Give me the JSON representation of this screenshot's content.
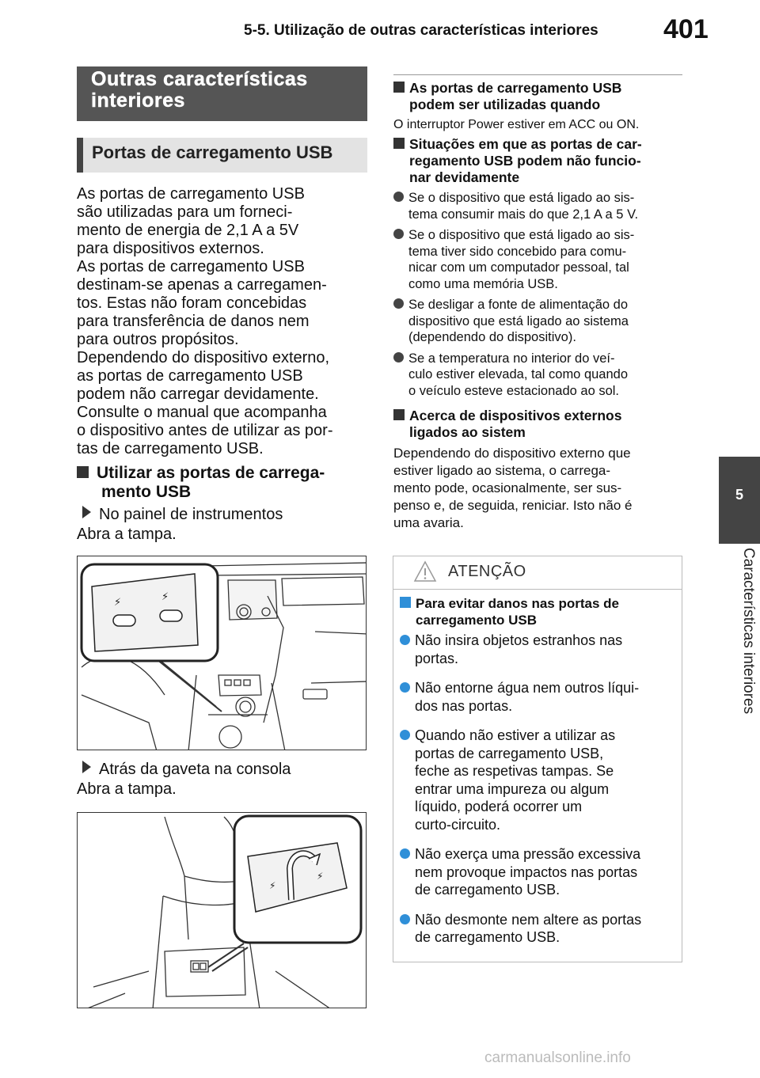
{
  "header": {
    "section_title": "5-5. Utilização de outras características interiores",
    "page_number": "401"
  },
  "side_tab": {
    "chapter_number": "5",
    "chapter_label": "Características interiores"
  },
  "left": {
    "section_heading_1": "Outras características",
    "section_heading_2": "interiores",
    "subheading": "Portas de carregamento USB",
    "intro_lines": [
      "As portas de carregamento USB",
      "são utilizadas para um forneci-",
      "mento de energia de 2,1 A a 5V",
      "para dispositivos externos.",
      "As portas de carregamento USB",
      "destinam-se apenas a carregamen-",
      "tos. Estas não foram concebidas",
      "para transferência de danos nem",
      "para outros propósitos.",
      "Dependendo do dispositivo externo,",
      "as portas de carregamento USB",
      "podem não carregar devidamente.",
      "Consulte o manual que acompanha",
      "o dispositivo antes de utilizar as por-",
      "tas de carregamento USB."
    ],
    "use_heading_1": "Utilizar as portas de carrega-",
    "use_heading_2": "mento USB",
    "location_1": "No painel de instrumentos",
    "action_1": "Abra a tampa.",
    "location_2": "Atrás da gaveta na consola",
    "action_2": "Abra a tampa."
  },
  "right": {
    "h1_line1": "As portas de carregamento USB",
    "h1_line2": "podem ser utilizadas quando",
    "h1_text": "O interruptor Power estiver em ACC ou ON.",
    "h2_line1": "Situações em que as portas de car-",
    "h2_line2": "regamento USB podem não funcio-",
    "h2_line3": "nar devidamente",
    "b1_l1": "Se o dispositivo que está ligado ao sis-",
    "b1_l2": "tema consumir mais do que 2,1 A a 5 V.",
    "b2_l1": "Se o dispositivo que está ligado ao sis-",
    "b2_l2": "tema tiver sido concebido para comu-",
    "b2_l3": "nicar com um computador pessoal, tal",
    "b2_l4": "como uma memória USB.",
    "b3_l1": "Se desligar a fonte de alimentação do",
    "b3_l2": "dispositivo que está ligado ao sistema",
    "b3_l3": "(dependendo do dispositivo).",
    "b4_l1": "Se a temperatura no interior do veí-",
    "b4_l2": "culo estiver elevada, tal como quando",
    "b4_l3": "o veículo esteve estacionado ao sol.",
    "h3_line1": "Acerca de dispositivos externos",
    "h3_line2": "ligados ao sistem",
    "p_lines": [
      "Dependendo do dispositivo externo que",
      "estiver ligado ao sistema, o carrega-",
      "mento pode, ocasionalmente, ser sus-",
      "penso e, de seguida, reniciar. Isto não é",
      "uma avaria."
    ]
  },
  "warning": {
    "title": "ATENÇÃO",
    "heading_l1": "Para evitar danos nas portas de",
    "heading_l2": "carregamento USB",
    "items": [
      [
        "Não insira objetos estranhos nas",
        "portas."
      ],
      [
        "Não entorne água nem outros líqui-",
        "dos nas portas."
      ],
      [
        "Quando não estiver a utilizar as",
        "portas de carregamento USB,",
        "feche as respetivas tampas. Se",
        "entrar uma impureza ou algum",
        "líquido, poderá ocorrer um",
        "curto-circuito."
      ],
      [
        "Não exerça uma pressão excessiva",
        "nem provoque impactos nas portas",
        "de carregamento USB."
      ],
      [
        "Não desmonte nem altere as portas",
        "de carregamento USB."
      ]
    ]
  },
  "watermark": "carmanualsonline.info"
}
